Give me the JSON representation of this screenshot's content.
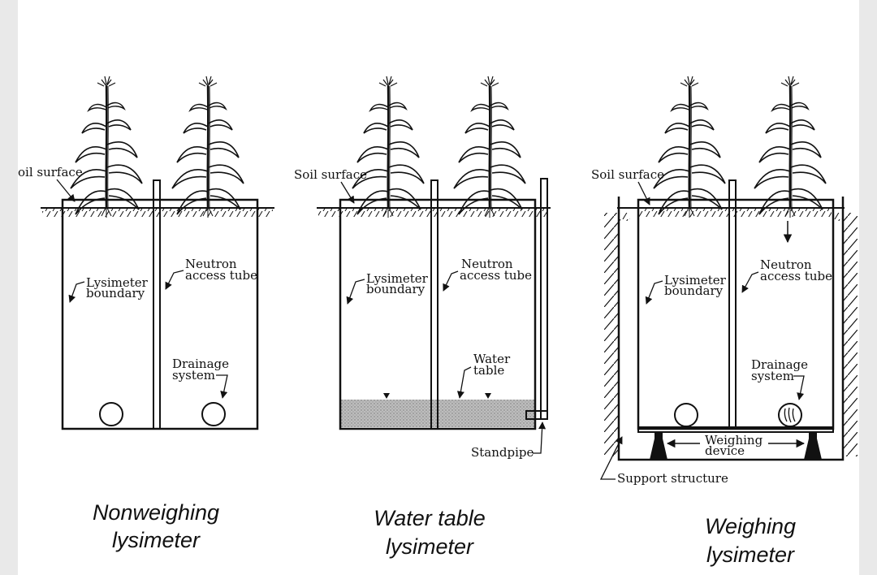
{
  "panels": [
    {
      "id": "nonweighing",
      "soil_surface": "oil surface",
      "lysimeter_boundary": [
        "Lysimeter",
        "boundary"
      ],
      "neutron_tube": [
        "Neutron",
        "access tube"
      ],
      "drainage": [
        "Drainage",
        "system"
      ],
      "caption": [
        "Nonweighing",
        "lysimeter"
      ]
    },
    {
      "id": "water-table",
      "soil_surface": "Soil surface",
      "lysimeter_boundary": [
        "Lysimeter",
        "boundary"
      ],
      "neutron_tube": [
        "Neutron",
        "access tube"
      ],
      "water_table": [
        "Water",
        "table"
      ],
      "standpipe": "Standpipe",
      "caption": [
        "Water table",
        "lysimeter"
      ]
    },
    {
      "id": "weighing",
      "soil_surface": "Soil surface",
      "lysimeter_boundary": [
        "Lysimeter",
        "boundary"
      ],
      "neutron_tube": [
        "Neutron",
        "access tube"
      ],
      "drainage": [
        "Drainage",
        "system"
      ],
      "weighing_device": [
        "Weighing",
        "device"
      ],
      "support_structure": "Support structure",
      "caption": [
        "Weighing",
        "lysimeter"
      ]
    }
  ]
}
